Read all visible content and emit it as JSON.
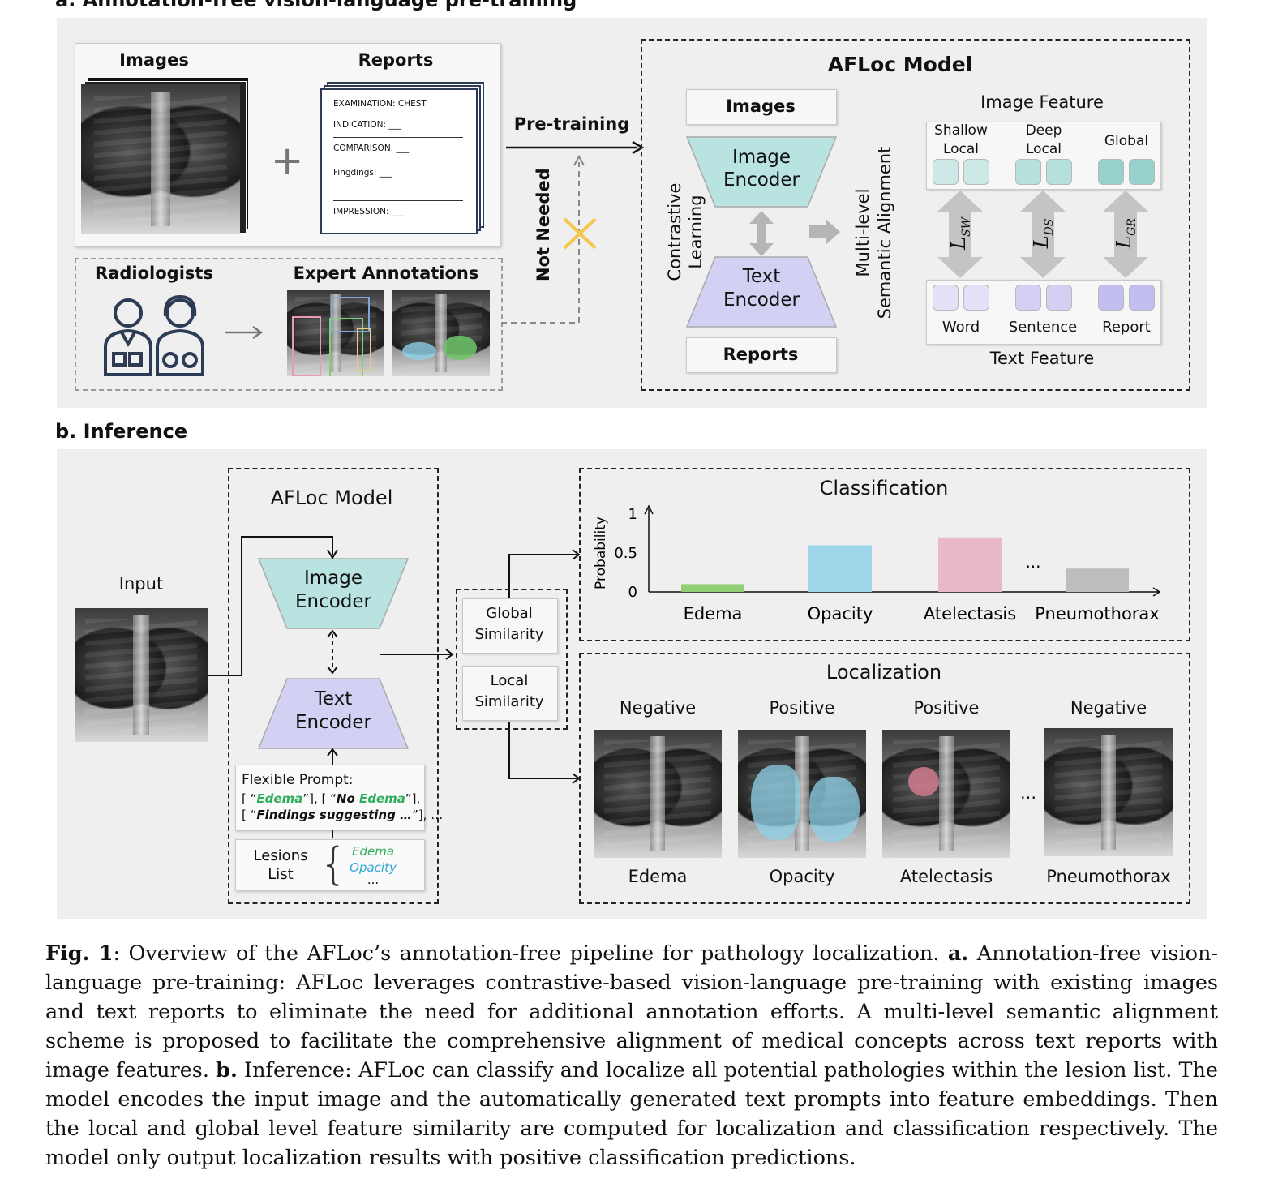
{
  "section_a": {
    "title": "a. Annotation-free vision-language pre-training",
    "images_label": "Images",
    "reports_label": "Reports",
    "plus_sign": "+",
    "report_lines": [
      "EXAMINATION:  CHEST",
      "INDICATION: ___",
      "COMPARISON: ___",
      "Fingdings: ___",
      "IMPRESSION: ___"
    ],
    "radiologists_label": "Radiologists",
    "expert_annotations_label": "Expert Annotations",
    "pretraining_label": "Pre-training",
    "not_needed_label": "Not Needed",
    "model": {
      "title": "AFLoc Model",
      "images": "Images",
      "image_encoder": [
        "Image",
        "Encoder"
      ],
      "text_encoder": [
        "Text",
        "Encoder"
      ],
      "reports": "Reports",
      "contrastive_learning": [
        "Contrastive",
        "Learning"
      ],
      "multilevel": [
        "Multi-level",
        "Semantic Alignment"
      ],
      "image_feature_title": "Image Feature",
      "image_feature_labels": [
        [
          "Shallow",
          "Local"
        ],
        [
          "Deep",
          "Local"
        ],
        [
          "Global"
        ]
      ],
      "loss_labels": [
        {
          "main": "L",
          "sub": "SW"
        },
        {
          "main": "L",
          "sub": "DS"
        },
        {
          "main": "L",
          "sub": "GR"
        }
      ],
      "text_feature_labels": [
        "Word",
        "Sentence",
        "Report"
      ],
      "text_feature_title": "Text Feature"
    },
    "colors": {
      "image_encoder": "#b9e3e1",
      "text_encoder": "#d2d0f3",
      "cross": "#f5c84c"
    }
  },
  "section_b": {
    "title": "b. Inference",
    "input_label": "Input",
    "model_title": "AFLoc Model",
    "image_encoder": [
      "Image",
      "Encoder"
    ],
    "text_encoder": [
      "Text",
      "Encoder"
    ],
    "flexible_prompt": {
      "title": "Flexible Prompt:",
      "line1_a": "[ “",
      "line1_b": "Edema",
      "line1_c": "”], [ “",
      "line1_d": "No ",
      "line1_e": "Edema",
      "line1_f": "”],",
      "line2_a": "[ “",
      "line2_b": "Findings suggesting …",
      "line2_c": "”], …"
    },
    "lesions": {
      "label": [
        "Lesions",
        "List"
      ],
      "items": [
        "Edema",
        "Opacity",
        "..."
      ]
    },
    "global_similarity": [
      "Global",
      "Similarity"
    ],
    "local_similarity": [
      "Local",
      "Similarity"
    ],
    "classification_title": "Classification",
    "localization_title": "Localization",
    "loc_results": [
      {
        "status": "Negative",
        "name": "Edema"
      },
      {
        "status": "Positive",
        "name": "Opacity"
      },
      {
        "status": "Positive",
        "name": "Atelectasis"
      },
      {
        "status": "Negative",
        "name": "Pneumothorax"
      }
    ],
    "ellipsis": "..."
  },
  "chart_data": {
    "type": "bar",
    "categories": [
      "Edema",
      "Opacity",
      "Atelectasis",
      "Pneumothorax"
    ],
    "values": [
      0.1,
      0.6,
      0.7,
      0.3
    ],
    "colors": [
      "#8fce72",
      "#9fd6ea",
      "#e9b9c9",
      "#bdbdbd"
    ],
    "ylabel": "Probability",
    "yticks": [
      "0",
      "0.5",
      "1"
    ],
    "ylim": [
      0,
      1
    ],
    "between_label": "..."
  },
  "caption": {
    "fig": "Fig. 1",
    "p1": ": Overview of the AFLoc’s annotation-free pipeline for pathology localization. ",
    "a": "a.",
    "p2": " Annotation-free vision-language pre-training: AFLoc leverages contrastive-based vision-language pre-training with existing images and text reports to eliminate the need for additional annotation efforts. A multi-level semantic alignment scheme is proposed to facilitate the comprehensive alignment of medical concepts across text reports with image features. ",
    "b": "b.",
    "p3": " Inference:  AFLoc can classify and localize all potential pathologies within the lesion list. The model encodes the input image and the automatically generated text prompts into feature embeddings. Then the local and global level feature similarity are computed for localization and classification respectively. The model only output localization results with positive classification predictions."
  }
}
